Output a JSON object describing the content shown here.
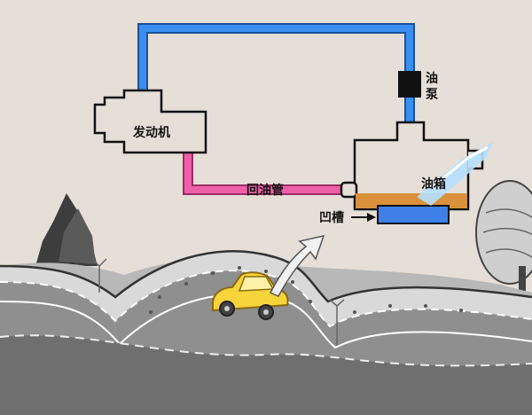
{
  "labels": {
    "engine": "发动机",
    "return_pipe": "回油管",
    "pump_line1": "油",
    "pump_line2": "泵",
    "tank": "油箱",
    "groove": "凹槽"
  },
  "colors": {
    "background": "#e6dfd8",
    "supply_line": "#3a8ef0",
    "return_line": "#ef5fa9",
    "fuel": "#d9913a",
    "groove_fuel": "#3f7fe8",
    "car": "#f6d43a",
    "road": "#8f8f8f"
  },
  "icons": [
    "engine-icon",
    "fuel-pump-icon",
    "fuel-tank-icon",
    "car-icon",
    "tree-icon",
    "arrow-up-right-icon"
  ]
}
